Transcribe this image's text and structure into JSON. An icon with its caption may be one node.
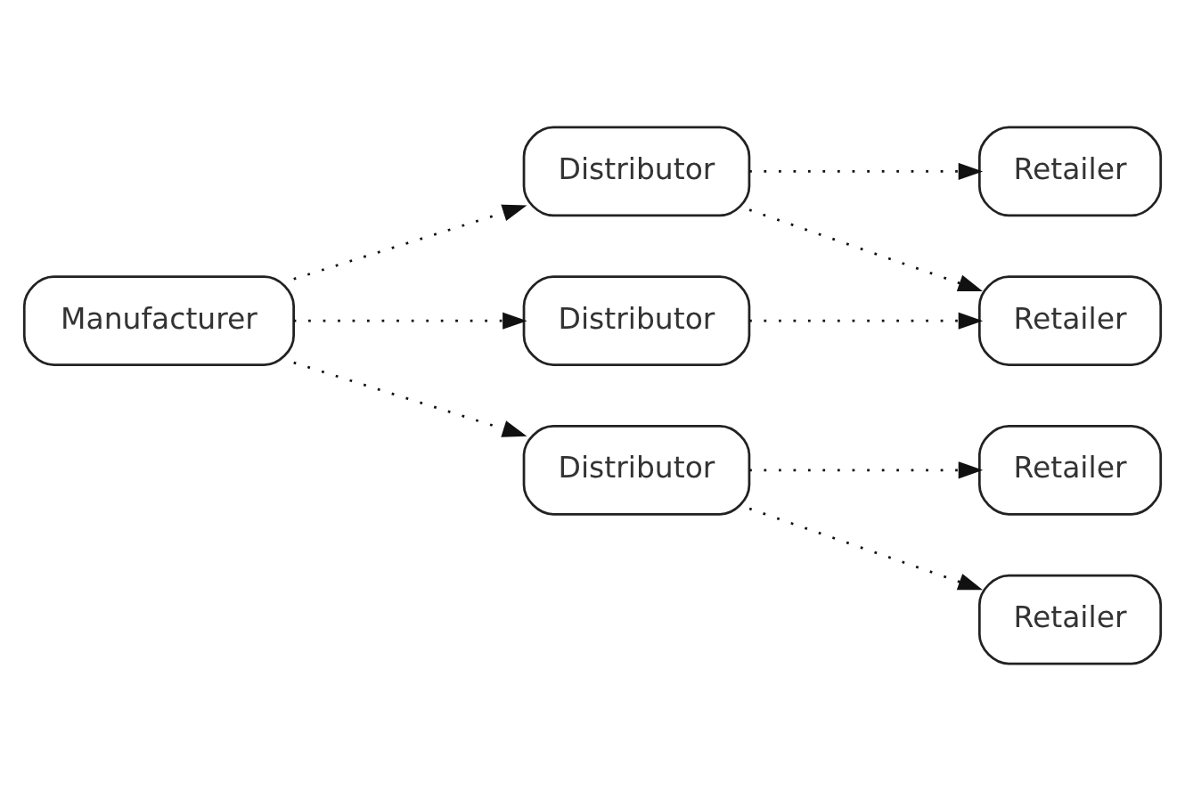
{
  "diagram": {
    "nodes": [
      {
        "text": [
          "Manufacturer"
        ]
      },
      {
        "text": [
          "Distributor"
        ]
      },
      {
        "text": [
          "Distributor"
        ]
      },
      {
        "text": [
          "Distributor"
        ]
      },
      {
        "text": [
          "Retailer"
        ]
      },
      {
        "text": [
          "Retailer"
        ]
      },
      {
        "text": [
          "Retailer"
        ]
      },
      {
        "text": [
          "Retailer"
        ]
      }
    ],
    "edges": [
      {
        "from": 0,
        "to": 1,
        "arrow": "to",
        "style": "dashed"
      },
      {
        "from": 0,
        "to": 2,
        "arrow": "to",
        "style": "dashed"
      },
      {
        "from": 0,
        "to": 3,
        "arrow": "to",
        "style": "dashed"
      },
      {
        "from": 1,
        "to": 4,
        "arrow": "to",
        "style": "dashed"
      },
      {
        "from": 1,
        "to": 5,
        "arrow": "to",
        "style": "dashed"
      },
      {
        "from": 2,
        "to": 5,
        "arrow": "to",
        "style": "dashed"
      },
      {
        "from": 3,
        "to": 6,
        "arrow": "to",
        "style": "dashed"
      },
      {
        "from": 3,
        "to": 7,
        "arrow": "to",
        "style": "dashed"
      }
    ]
  }
}
